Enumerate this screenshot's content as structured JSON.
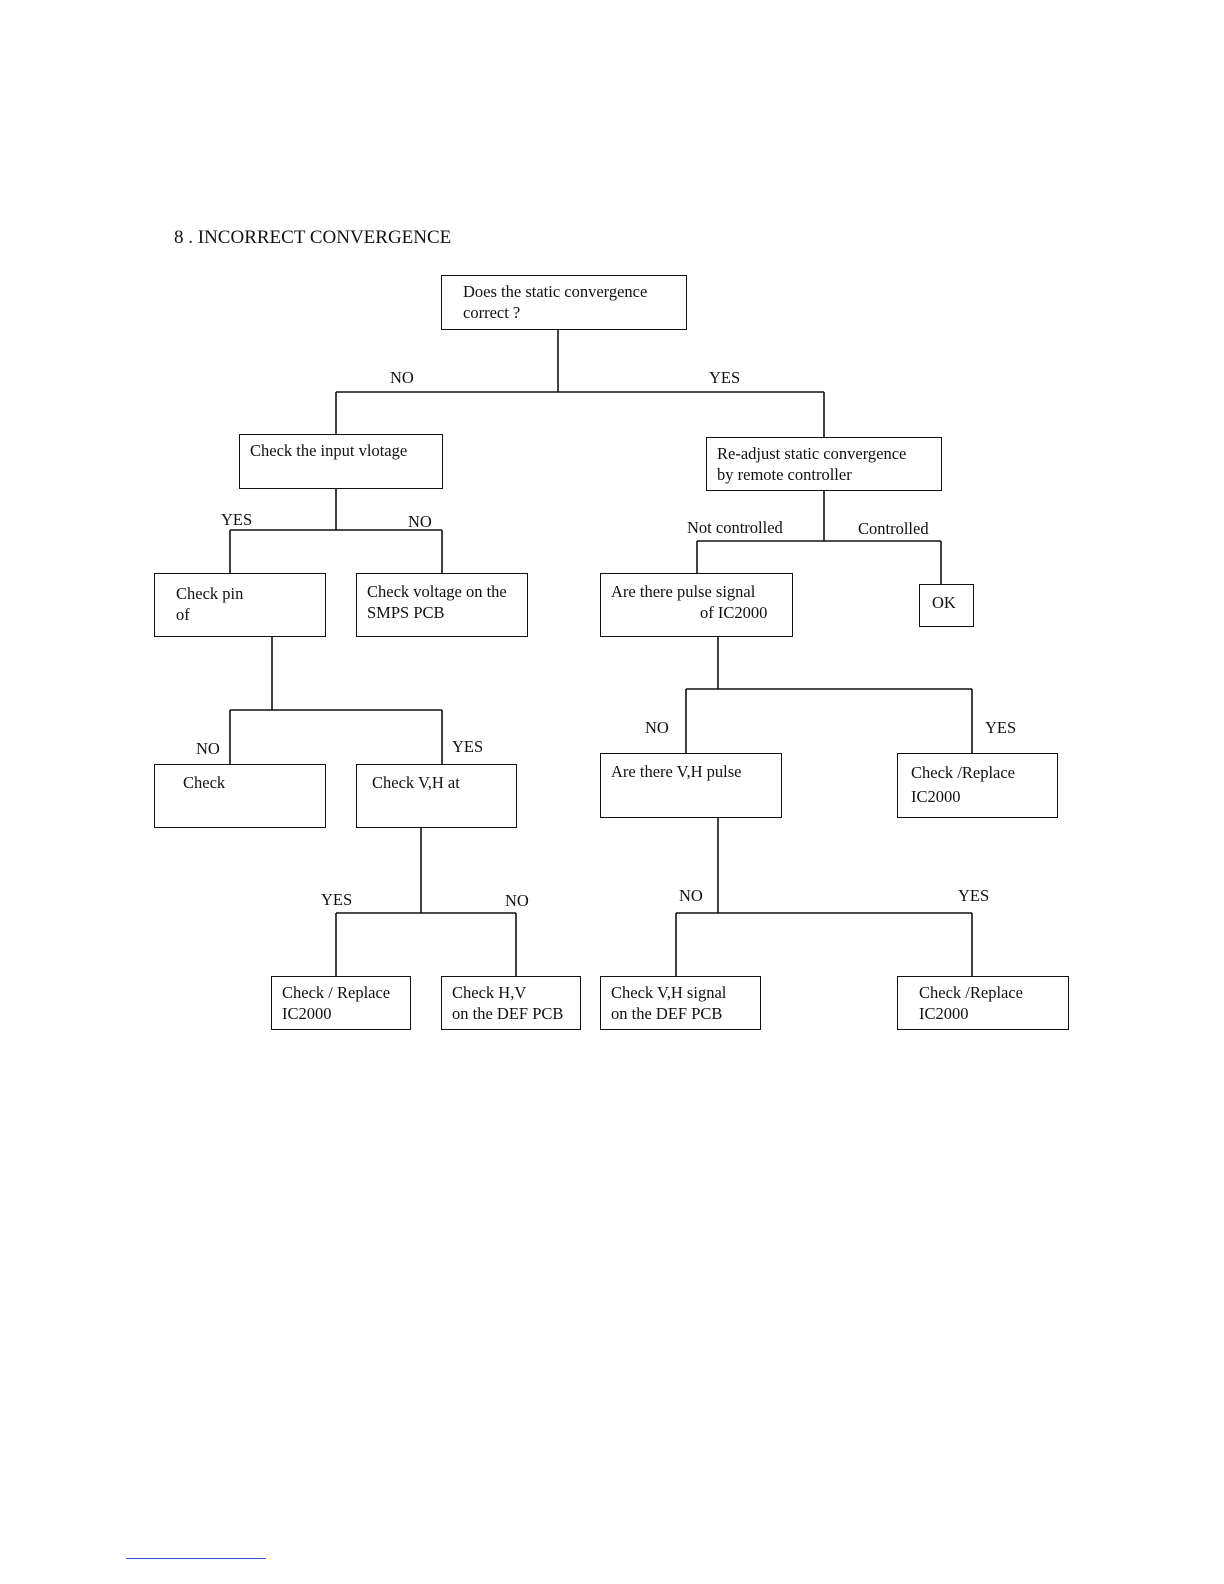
{
  "title": "8 . INCORRECT CONVERGENCE",
  "nodes": {
    "root": [
      "Does the static convergence",
      "correct ?"
    ],
    "check_input": [
      "Check the input vlotage"
    ],
    "readjust": [
      "Re-adjust static convergence",
      "by remote controller"
    ],
    "check_pin": [
      "Check pin",
      "of"
    ],
    "check_smps": [
      "Check voltage on the",
      "SMPS PCB"
    ],
    "pulse_signal": [
      "Are there pulse signal",
      "of  IC2000"
    ],
    "ok": [
      "OK"
    ],
    "check": [
      "Check"
    ],
    "check_vh_at": [
      "Check V,H at"
    ],
    "vh_pulse": [
      "Are there V,H pulse"
    ],
    "replace_ic_a": [
      "Check /Replace",
      "IC2000"
    ],
    "replace_ic_b": [
      "Check / Replace",
      "IC2000"
    ],
    "check_hv_def": [
      "Check H,V",
      "on the DEF PCB"
    ],
    "check_vh_signal": [
      "Check V,H signal",
      "on the DEF PCB"
    ],
    "replace_ic_c": [
      "Check /Replace",
      "IC2000"
    ]
  },
  "labels": {
    "root_no": "NO",
    "root_yes": "YES",
    "input_yes": "YES",
    "input_no": "NO",
    "not_controlled": "Not controlled",
    "controlled": "Controlled",
    "pin_no": "NO",
    "pin_yes": "YES",
    "pulse_no": "NO",
    "pulse_yes": "YES",
    "vh_at_yes": "YES",
    "vh_at_no": "NO",
    "vh_pulse_no": "NO",
    "vh_pulse_yes": "YES"
  }
}
